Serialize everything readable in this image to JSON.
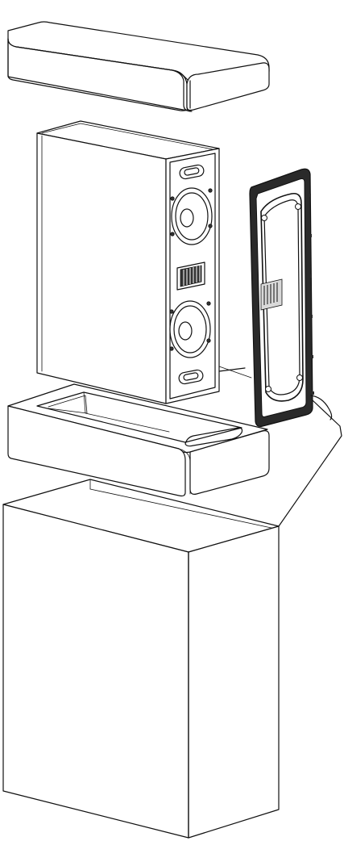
{
  "illustration": {
    "kind": "exploded packaging line drawing",
    "colors": {
      "line": "#111111",
      "background": "#ffffff",
      "shade": "#d9d9d9",
      "dark": "#333333"
    },
    "parts": [
      {
        "id": "top-foam-cap",
        "icon": "foam-cap-icon"
      },
      {
        "id": "speaker-cabinet",
        "icon": "speaker-icon"
      },
      {
        "id": "mounting-bracket",
        "icon": "bracket-icon"
      },
      {
        "id": "bottom-foam-tray",
        "icon": "foam-tray-icon"
      },
      {
        "id": "shipping-box",
        "icon": "box-icon"
      }
    ]
  }
}
